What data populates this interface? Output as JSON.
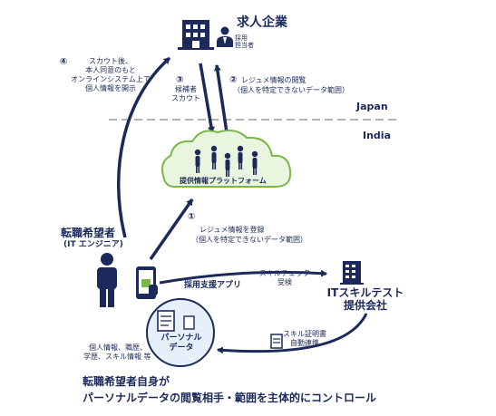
{
  "company": {
    "title": "求人企業",
    "recruiter_line1": "採用",
    "recruiter_line2": "担当者"
  },
  "regions": {
    "upper": "Japan",
    "lower": "India"
  },
  "step4": {
    "num": "④",
    "lines": [
      "スカウト後、",
      "本人同意のもと",
      "オンラインシステム上で",
      "個人情報を開示"
    ]
  },
  "step3": {
    "num": "③",
    "lines": [
      "候補者",
      "スカウト"
    ]
  },
  "step2": {
    "num": "②",
    "line1": "レジュメ情報の閲覧",
    "line2": "（個人を特定できないデータ範囲）"
  },
  "platform": {
    "label": "提供情報プラットフォーム"
  },
  "step1": {
    "num": "①",
    "line1": "レジュメ情報を登録",
    "line2": "（個人を特定できないデータ範囲）"
  },
  "seeker": {
    "title": "転職希望者",
    "subtitle": "(IT エンジニア)"
  },
  "app": {
    "label": "採用支援アプリ"
  },
  "skill_check": {
    "line1": "スキルチェック",
    "line2": "受検"
  },
  "test_company": {
    "line1": "ITスキルテスト",
    "line2": "提供会社"
  },
  "certificate": {
    "line1": "スキル証明書",
    "line2": "自動連携"
  },
  "personal_data": {
    "line1": "パーソナル",
    "line2": "データ"
  },
  "personal_info": {
    "line1": "個人情報、職歴、",
    "line2": "学歴、スキル情報 等"
  },
  "tagline": {
    "line1": "転職希望者自身が",
    "line2": "パーソナルデータの閲覧相手・範囲を主体的にコントロール"
  },
  "colors": {
    "navy": "#1b2a5a",
    "green": "#7ab648",
    "cloud_fill": "#eaf5e0",
    "divider": "#b3b3b3",
    "data_fill": "#e6f0fa"
  }
}
